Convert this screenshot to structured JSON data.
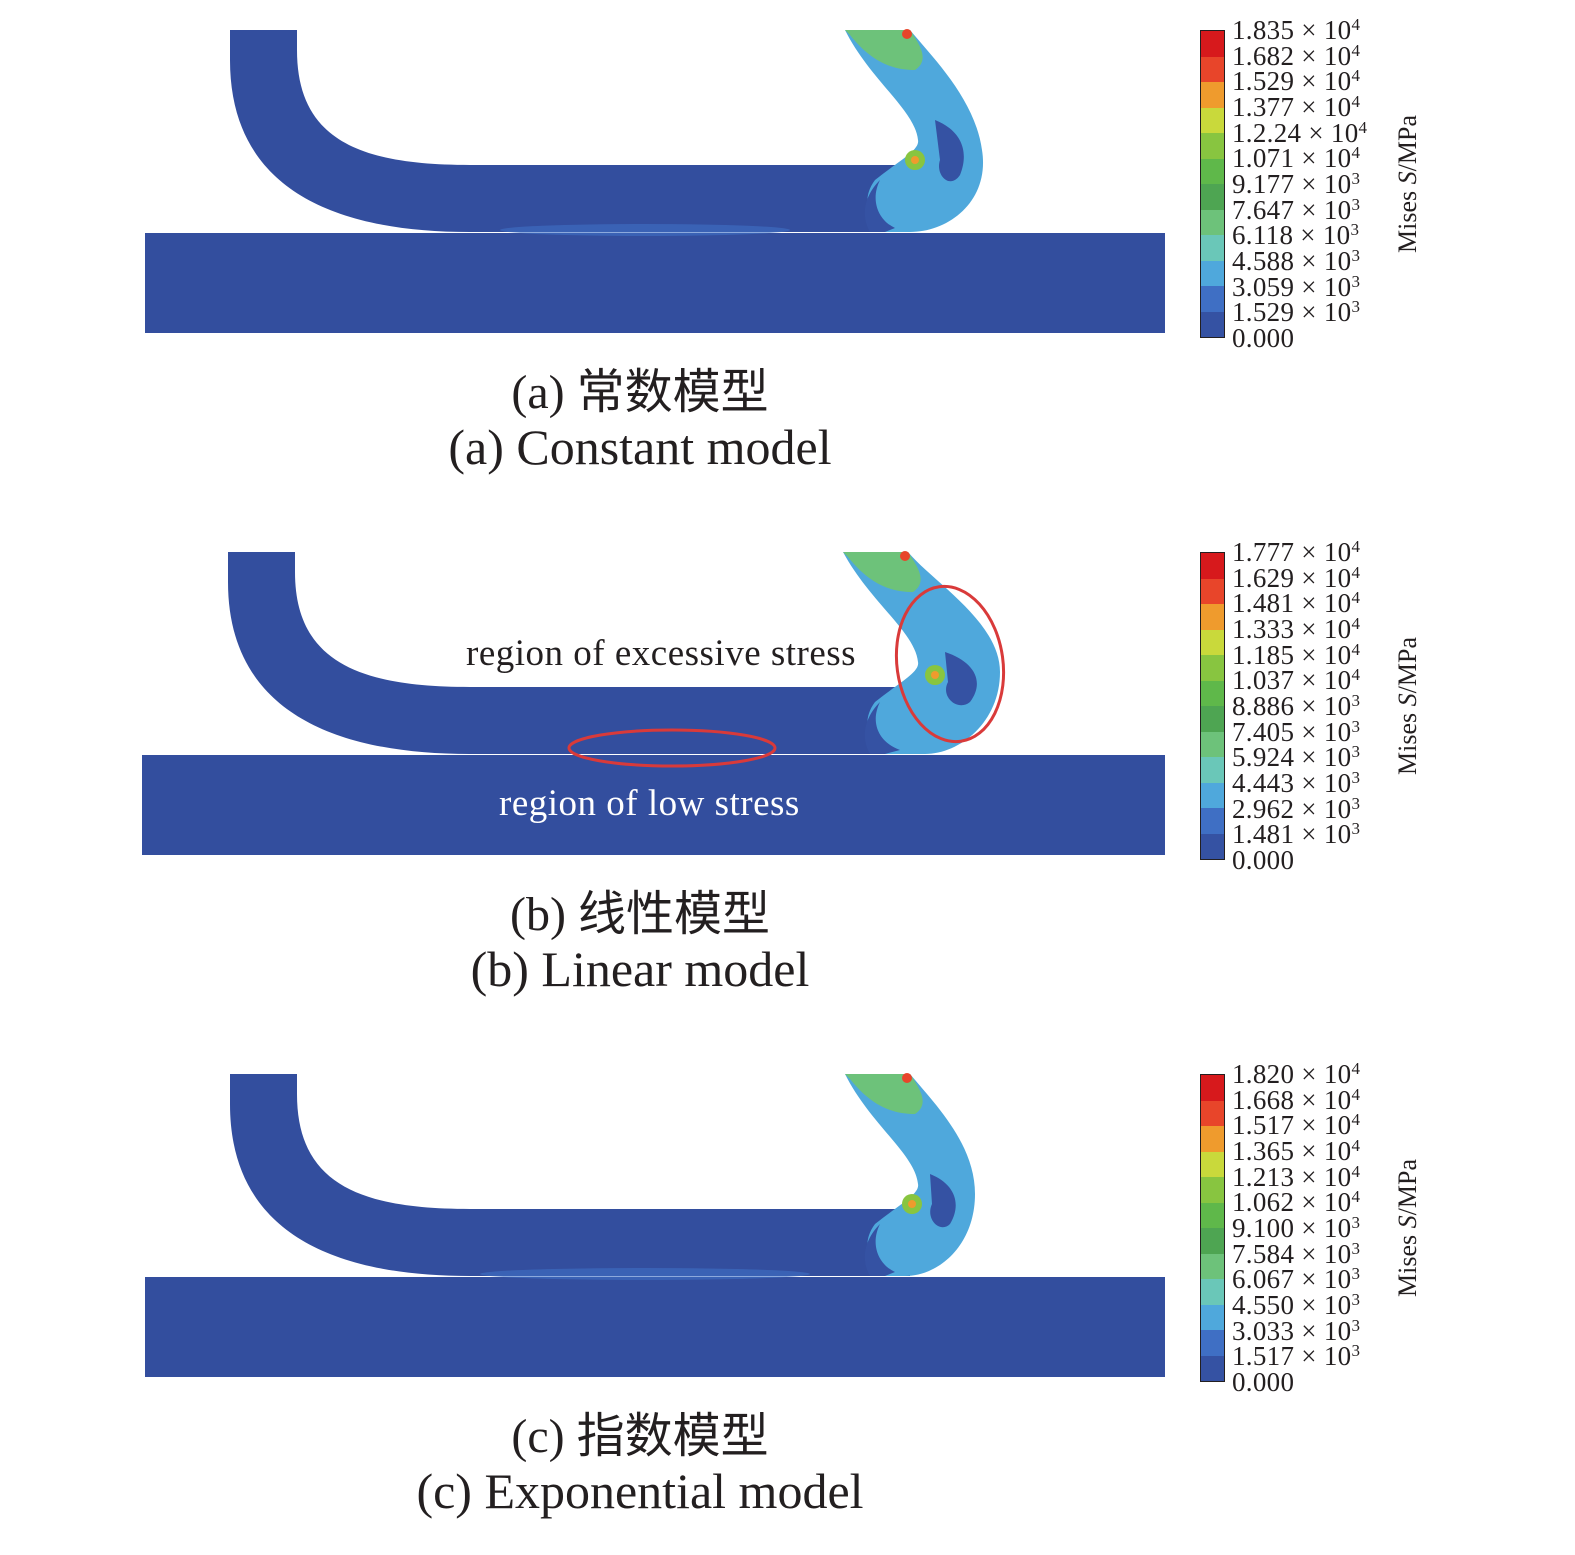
{
  "panels": [
    {
      "caption_cn": "(a) 常数模型",
      "caption_en": "(a) Constant model",
      "legend_title_prefix": "Mises ",
      "legend_title_var": "S",
      "legend_title_unit": "/MPa",
      "legend_labels": [
        {
          "mant": "1.835 × 10",
          "exp": "4"
        },
        {
          "mant": "1.682 × 10",
          "exp": "4"
        },
        {
          "mant": "1.529 × 10",
          "exp": "4"
        },
        {
          "mant": "1.377 × 10",
          "exp": "4"
        },
        {
          "mant": "1.2.24 × 10",
          "exp": "4"
        },
        {
          "mant": "1.071 × 10",
          "exp": "4"
        },
        {
          "mant": "9.177 × 10",
          "exp": "3"
        },
        {
          "mant": "7.647 × 10",
          "exp": "3"
        },
        {
          "mant": "6.118 × 10",
          "exp": "3"
        },
        {
          "mant": "4.588 × 10",
          "exp": "3"
        },
        {
          "mant": "3.059 × 10",
          "exp": "3"
        },
        {
          "mant": "1.529 × 10",
          "exp": "3"
        },
        {
          "mant": "0.000",
          "exp": ""
        }
      ]
    },
    {
      "caption_cn": "(b) 线性模型",
      "caption_en": "(b) Linear model",
      "annotation_high": "region of excessive stress",
      "annotation_low": "region of low stress",
      "legend_title_prefix": "Mises ",
      "legend_title_var": "S",
      "legend_title_unit": "/MPa",
      "legend_labels": [
        {
          "mant": "1.777 × 10",
          "exp": "4"
        },
        {
          "mant": "1.629 × 10",
          "exp": "4"
        },
        {
          "mant": "1.481 × 10",
          "exp": "4"
        },
        {
          "mant": "1.333 × 10",
          "exp": "4"
        },
        {
          "mant": "1.185 × 10",
          "exp": "4"
        },
        {
          "mant": "1.037 × 10",
          "exp": "4"
        },
        {
          "mant": "8.886 × 10",
          "exp": "3"
        },
        {
          "mant": "7.405 × 10",
          "exp": "3"
        },
        {
          "mant": "5.924 × 10",
          "exp": "3"
        },
        {
          "mant": "4.443 × 10",
          "exp": "3"
        },
        {
          "mant": "2.962 × 10",
          "exp": "3"
        },
        {
          "mant": "1.481 × 10",
          "exp": "3"
        },
        {
          "mant": "0.000",
          "exp": ""
        }
      ]
    },
    {
      "caption_cn": "(c) 指数模型",
      "caption_en": "(c) Exponential model",
      "legend_title_prefix": "Mises ",
      "legend_title_var": "S",
      "legend_title_unit": "/MPa",
      "legend_labels": [
        {
          "mant": "1.820 × 10",
          "exp": "4"
        },
        {
          "mant": "1.668 × 10",
          "exp": "4"
        },
        {
          "mant": "1.517 × 10",
          "exp": "4"
        },
        {
          "mant": "1.365 × 10",
          "exp": "4"
        },
        {
          "mant": "1.213 × 10",
          "exp": "4"
        },
        {
          "mant": "1.062 × 10",
          "exp": "4"
        },
        {
          "mant": "9.100 × 10",
          "exp": "3"
        },
        {
          "mant": "7.584 × 10",
          "exp": "3"
        },
        {
          "mant": "6.067 × 10",
          "exp": "3"
        },
        {
          "mant": "4.550 × 10",
          "exp": "3"
        },
        {
          "mant": "3.033 × 10",
          "exp": "3"
        },
        {
          "mant": "1.517 × 10",
          "exp": "3"
        },
        {
          "mant": "0.000",
          "exp": ""
        }
      ]
    }
  ],
  "colors": {
    "contour": [
      "#d7191c",
      "#e8452a",
      "#ef9b2d",
      "#c9d93b",
      "#88c540",
      "#5fb84a",
      "#4ea552",
      "#6dc27a",
      "#6ac7b8",
      "#4fa8dc",
      "#3f6fc4",
      "#3552a3"
    ],
    "base": "#334e9e",
    "highlight_ellipse": "#d93a3a"
  }
}
